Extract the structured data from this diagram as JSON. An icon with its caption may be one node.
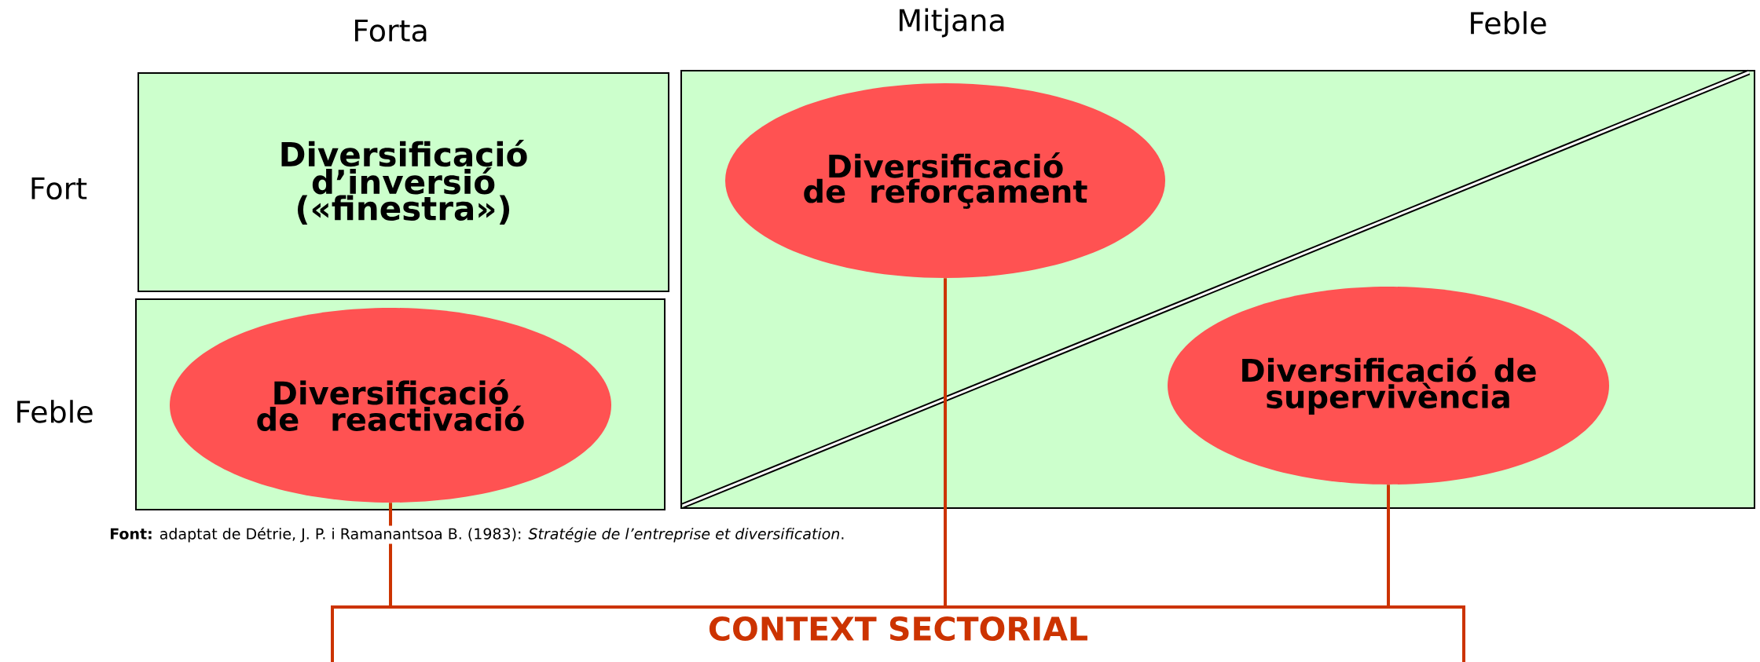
{
  "diagram": {
    "caption": "**Font:** adaptat de Détrie, J.  P. i Ramanantsoa B. (1983): *Stratégie de l’entreprise et diversification*.",
    "nodes": [
      {
        "text": [
          "Diversificació d’inversió («finestra»)"
        ]
      },
      {
        "text": [],
        "shape": "box"
      },
      {
        "text": [
          "Diversificació de reforçament"
        ],
        "in": 1
      },
      {
        "text": [],
        "shape": "box"
      },
      {
        "text": [
          "Diversificació de reactivació"
        ],
        "in": 3
      },
      {
        "text": [
          "Diversificació de supervivència"
        ],
        "in": 1
      },
      {
        "text": [
          "CONTEXT SECTORIAL"
        ]
      }
    ],
    "edges": [
      {
        "from": 4,
        "to": 6,
        "arrow": "none"
      },
      {
        "from": 2,
        "to": 6,
        "arrow": "none"
      },
      {
        "from": 5,
        "to": 6,
        "arrow": "none"
      }
    ],
    "labels": [
      "Mitjana",
      "Forta",
      "Feble",
      "Fort",
      "Feble"
    ]
  }
}
